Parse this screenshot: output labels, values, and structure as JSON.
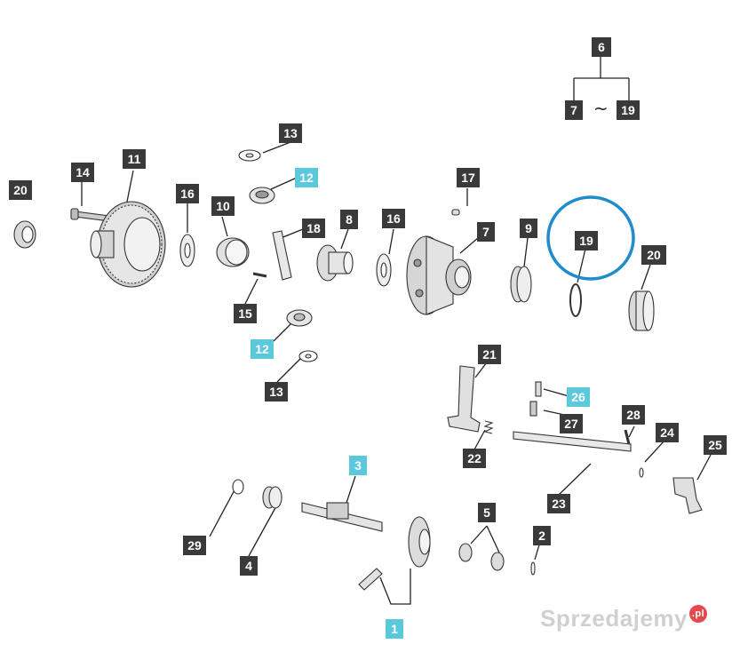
{
  "colors": {
    "label_bg": "#3a3a3a",
    "highlight_label_bg": "#5bc8dc",
    "highlight_circle": "#1f8ccc"
  },
  "labels": {
    "p1": "1",
    "p2": "2",
    "p3": "3",
    "p4": "4",
    "p5": "5",
    "p6": "6",
    "p7": "7",
    "p7b": "7",
    "p8": "8",
    "p9": "9",
    "p10": "10",
    "p11": "11",
    "p12a": "12",
    "p12b": "12",
    "p13a": "13",
    "p13b": "13",
    "p14": "14",
    "p15": "15",
    "p16a": "16",
    "p16b": "16",
    "p17": "17",
    "p18": "18",
    "p19": "19",
    "p19b": "19",
    "p20a": "20",
    "p20b": "20",
    "p21": "21",
    "p22": "22",
    "p23": "23",
    "p24": "24",
    "p25": "25",
    "p26": "26",
    "p27": "27",
    "p28": "28",
    "p29": "29"
  },
  "range_symbol": "~",
  "watermark": {
    "text": "Sprzedajemy",
    "badge": ".pl"
  }
}
